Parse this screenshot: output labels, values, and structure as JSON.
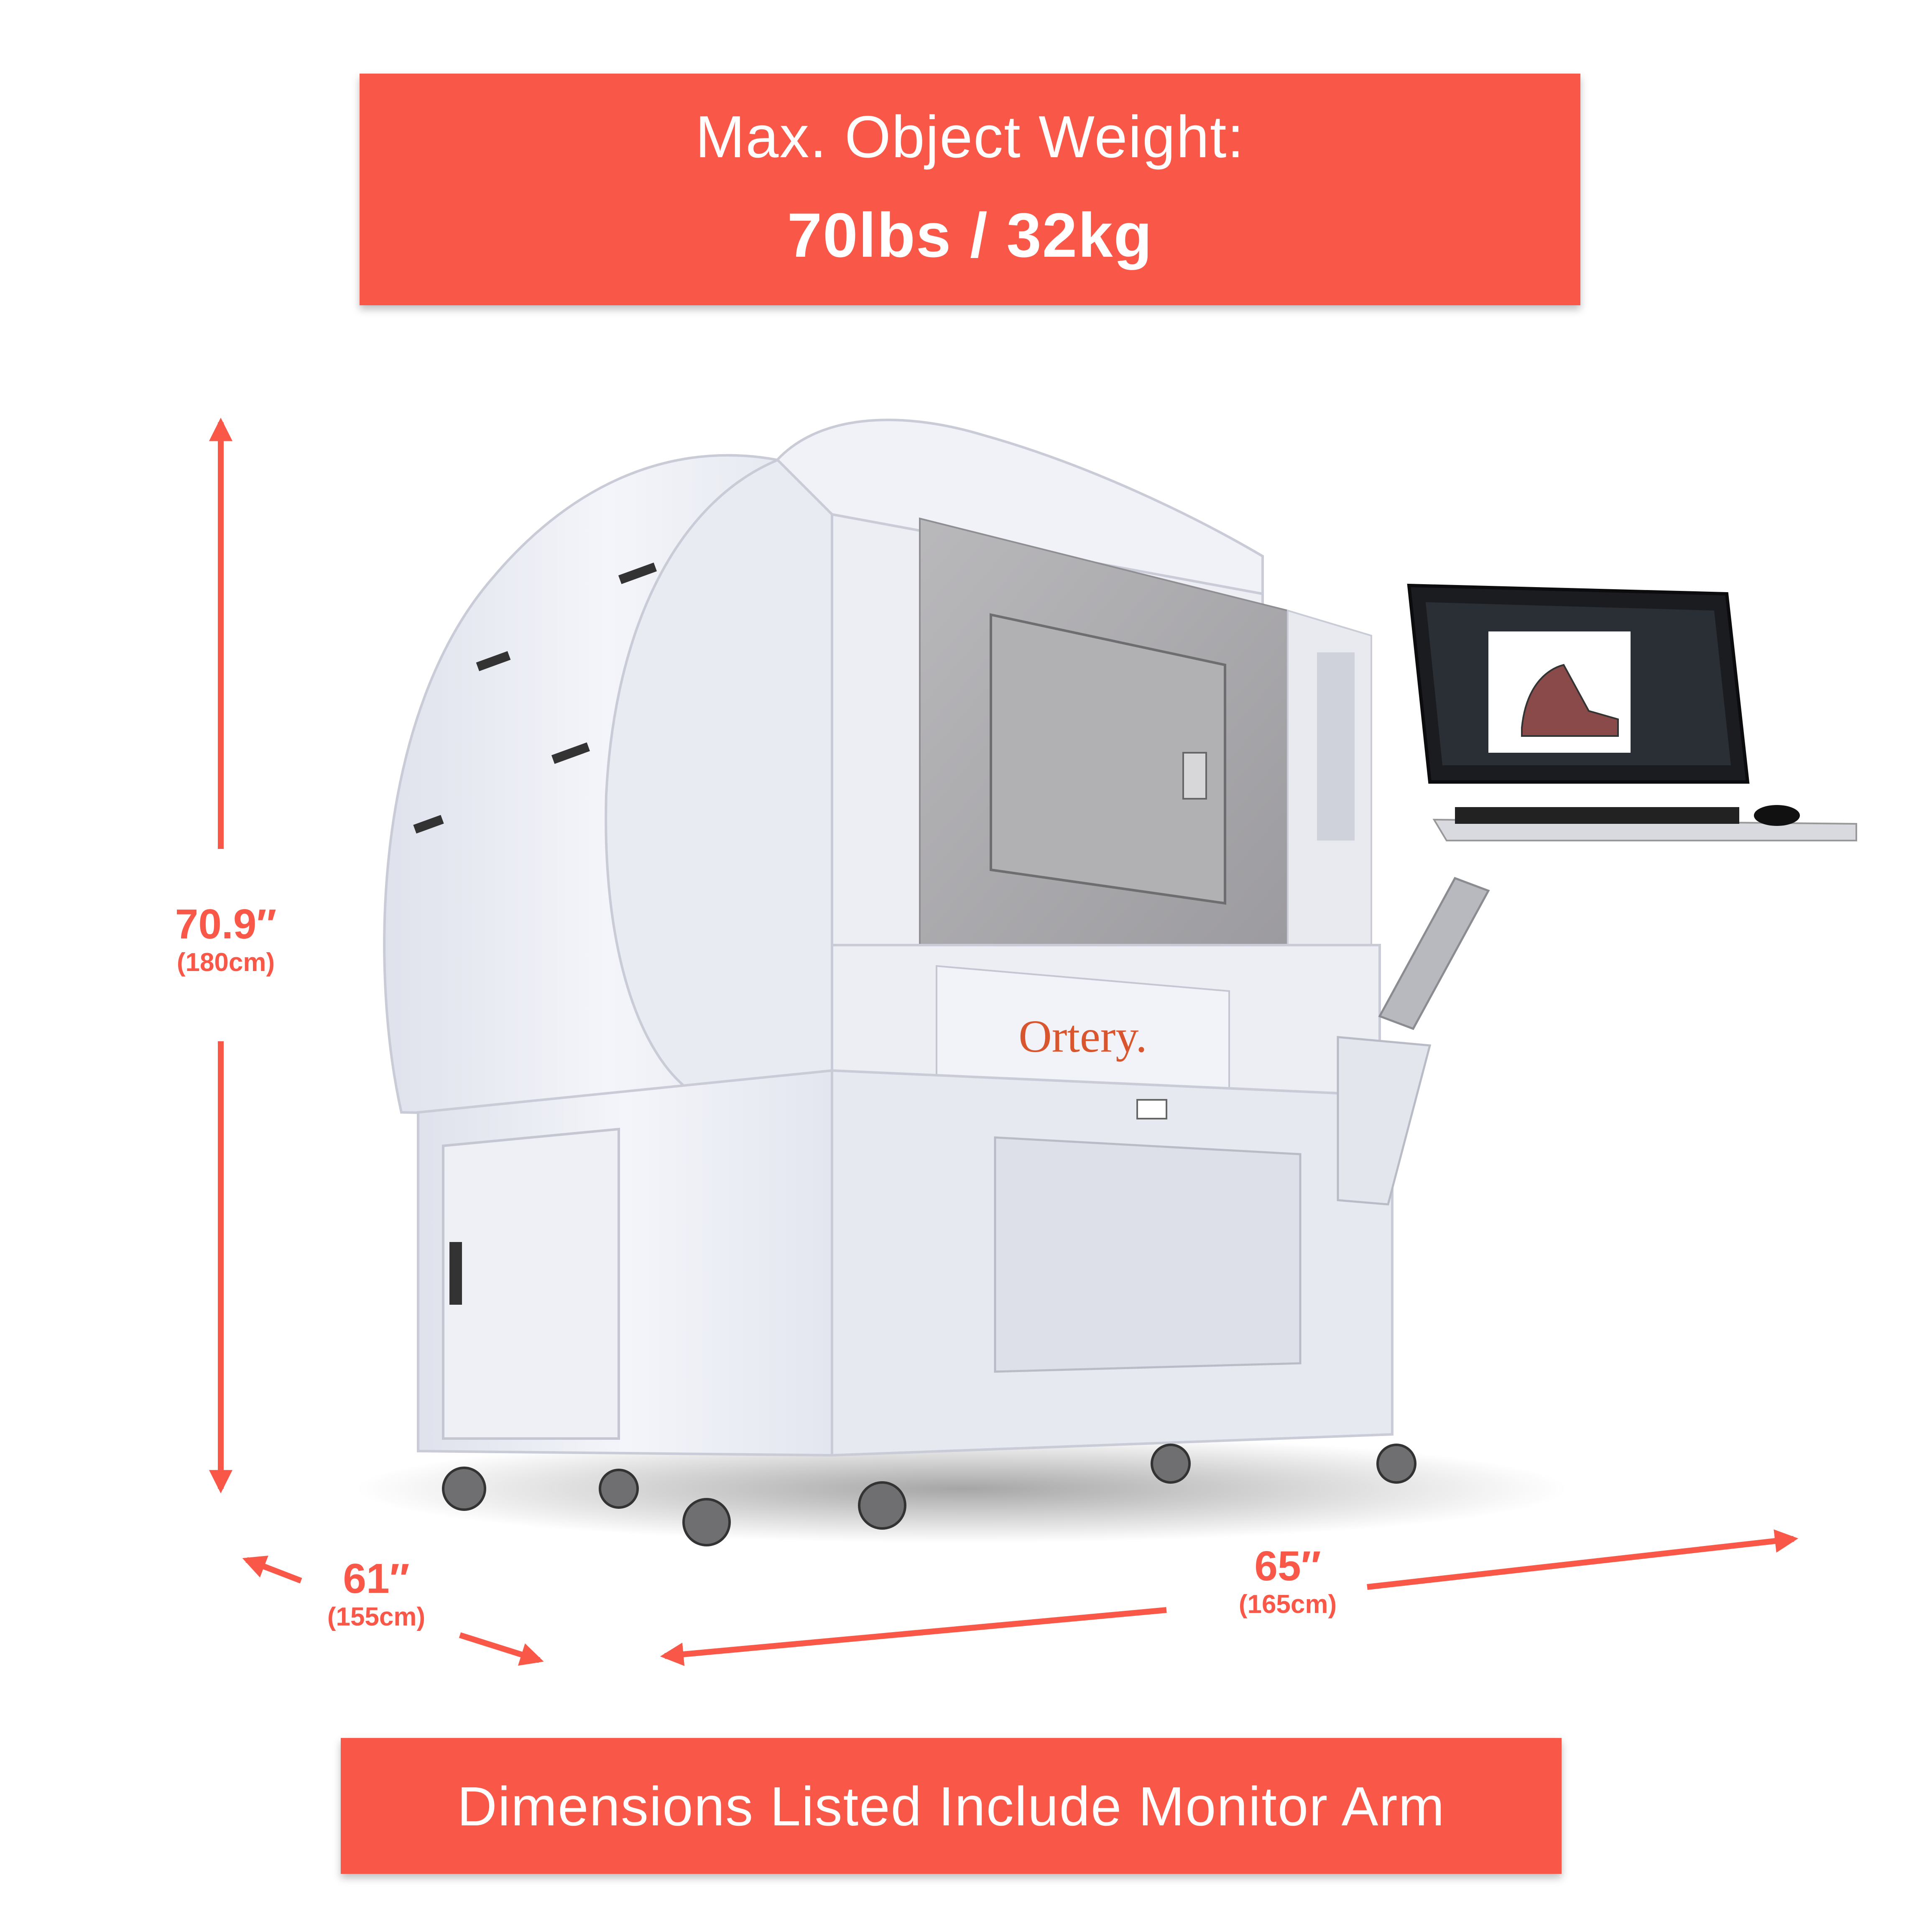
{
  "top_banner": {
    "line1": "Max. Object Weight:",
    "line2": "70lbs / 32kg"
  },
  "bottom_banner": {
    "text": "Dimensions Listed Include Monitor Arm"
  },
  "dimensions": {
    "height": {
      "imperial": "70.9″",
      "metric": "(180cm)"
    },
    "depth": {
      "imperial": "61″",
      "metric": "(155cm)"
    },
    "width": {
      "imperial": "65″",
      "metric": "(165cm)"
    }
  },
  "brand": {
    "logo_text": "Ortery."
  },
  "colors": {
    "accent": "#f95848",
    "machine_body": "#eef0f6",
    "panel_gray": "#a9a8ab"
  }
}
